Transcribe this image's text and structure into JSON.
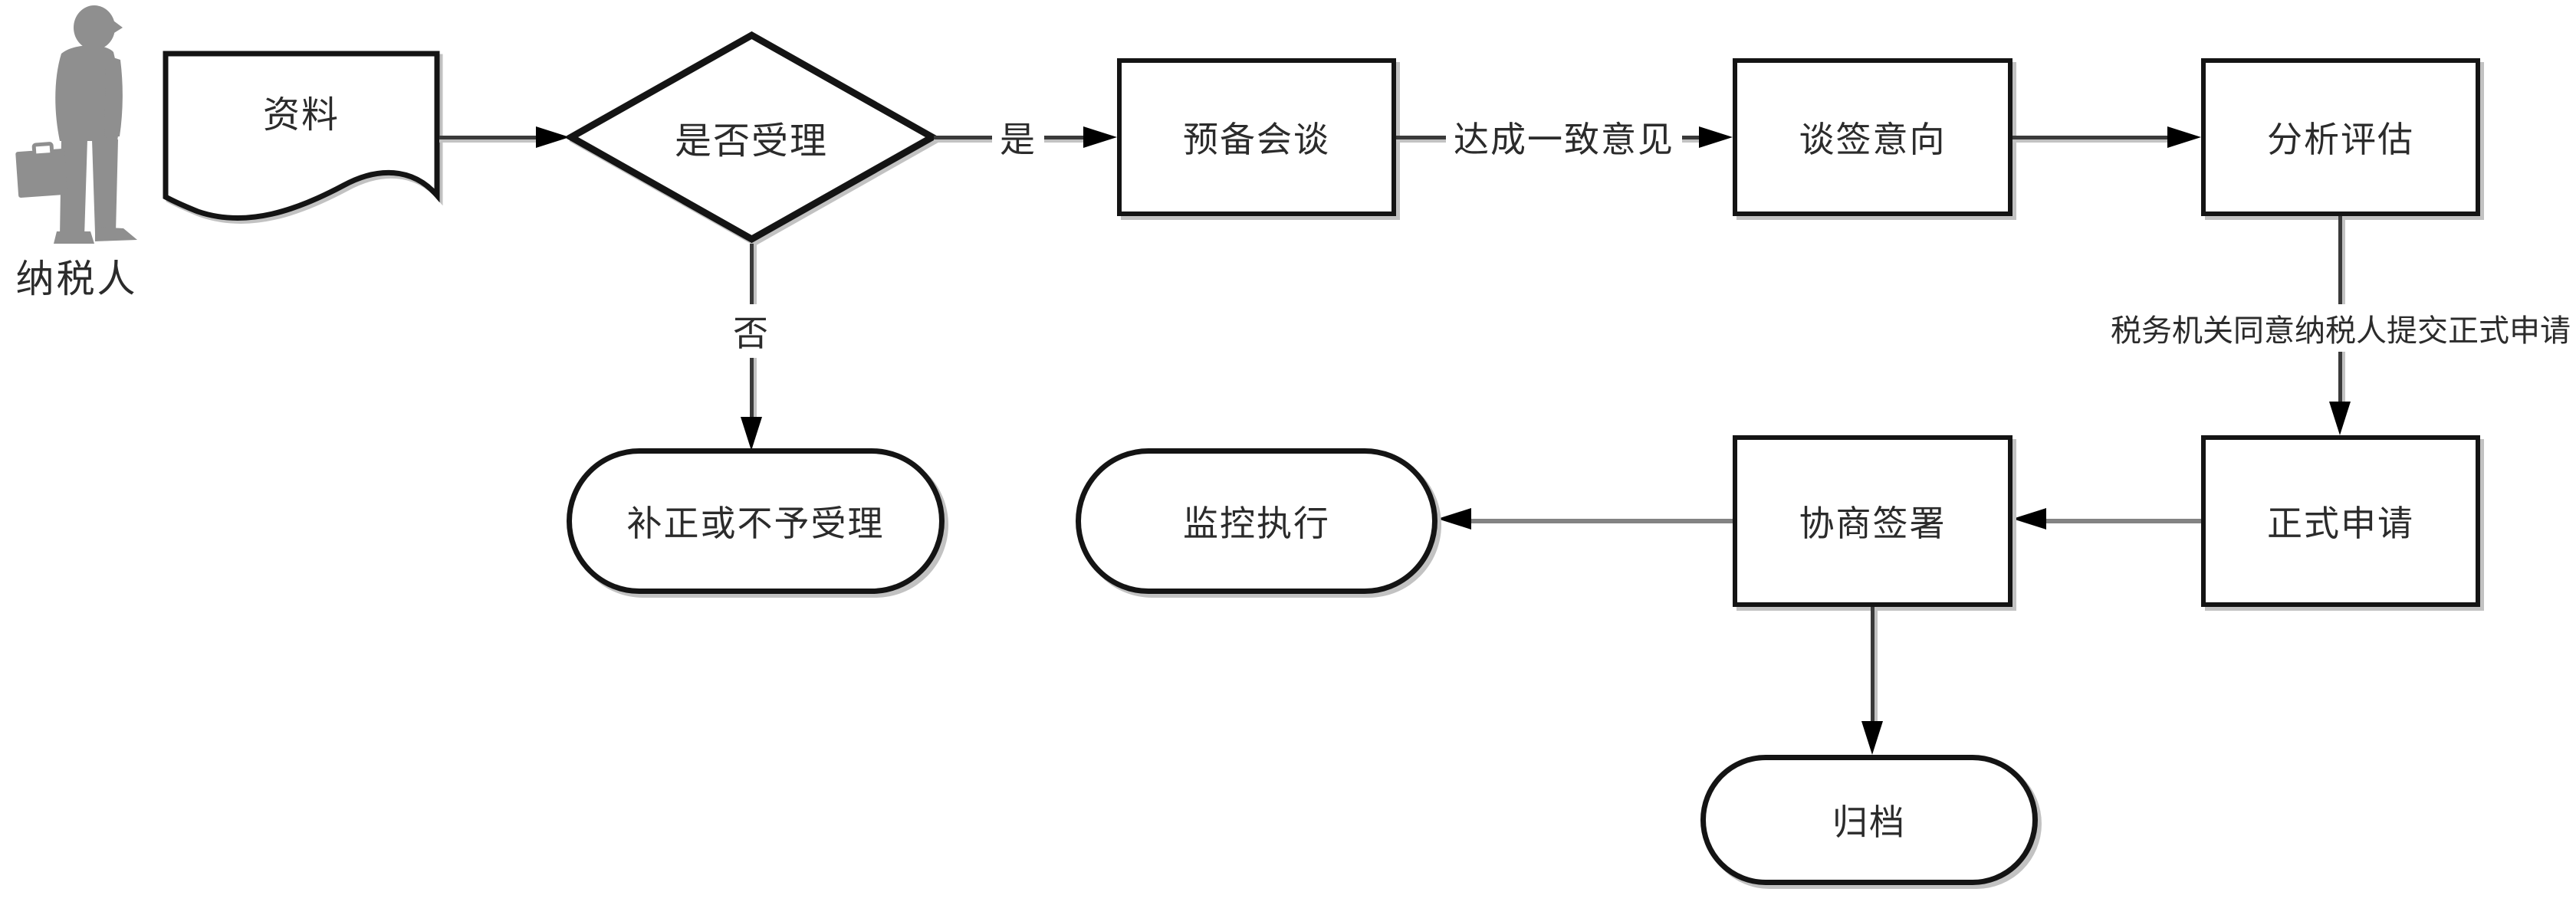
{
  "actor": {
    "label": "纳税人"
  },
  "nodes": {
    "materials": {
      "label": "资料",
      "shape": "document"
    },
    "decision": {
      "label": "是否受理",
      "shape": "diamond"
    },
    "prep": {
      "label": "预备会谈",
      "shape": "rect"
    },
    "intent": {
      "label": "谈签意向",
      "shape": "rect"
    },
    "evaluate": {
      "label": "分析评估",
      "shape": "rect"
    },
    "formal": {
      "label": "正式申请",
      "shape": "rect"
    },
    "negotiate": {
      "label": "协商签署",
      "shape": "rect"
    },
    "monitor": {
      "label": "监控执行",
      "shape": "stadium"
    },
    "archive": {
      "label": "归档",
      "shape": "stadium"
    },
    "correct": {
      "label": "补正或不予受理",
      "shape": "stadium"
    }
  },
  "edge_labels": {
    "yes": "是",
    "no": "否",
    "agreement": "达成一致意见",
    "approval": "税务机关同意纳税人提交正式申请"
  },
  "colors": {
    "border": "#141414",
    "line": "#3a3a3a",
    "connector_gray": "#838383",
    "arrow": "#000000",
    "silhouette": "#8f8f8f",
    "text": "#2b2b2b",
    "shadow": "#c2c2c2",
    "bg": "#ffffff"
  }
}
